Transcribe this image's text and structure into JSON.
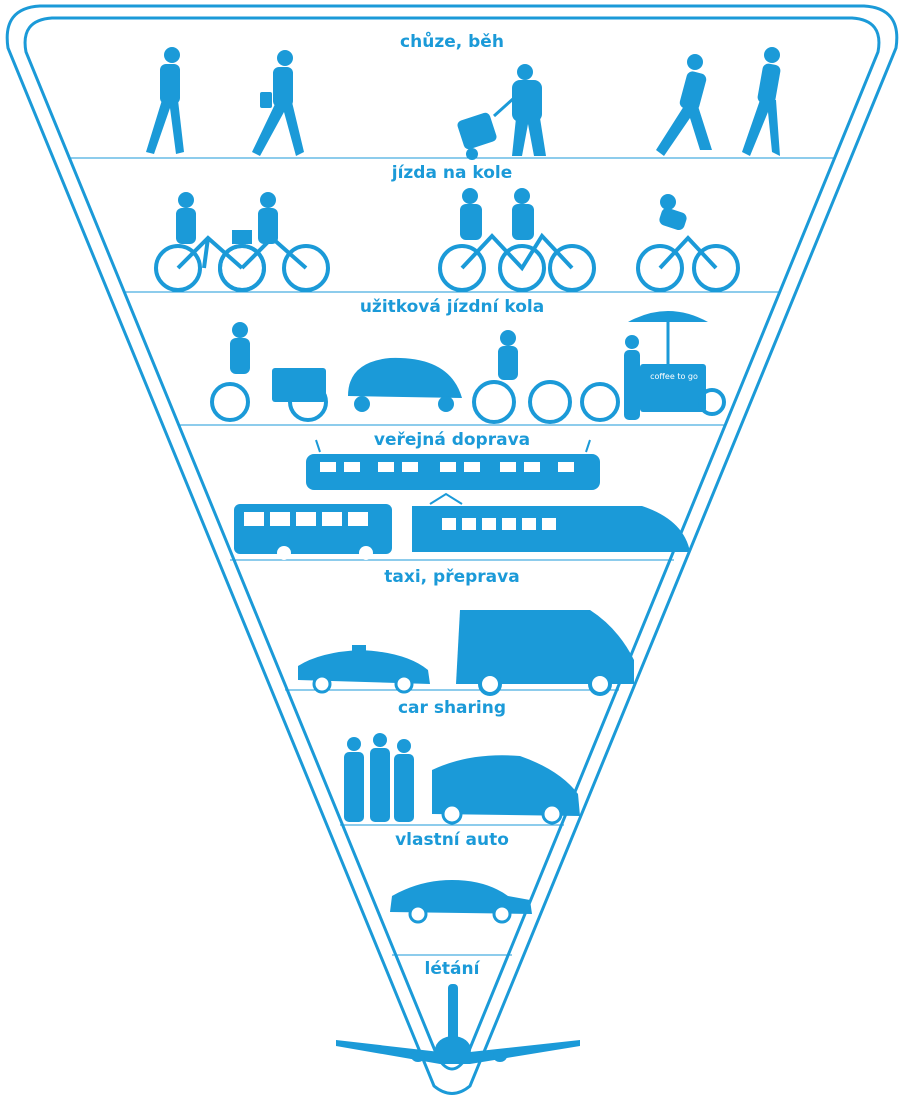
{
  "colors": {
    "primary": "#1b9ad8",
    "background": "#ffffff"
  },
  "levels": [
    {
      "label": "chůze, běh",
      "icons": [
        "walking-person-icon",
        "walking-person-with-bag-icon",
        "person-with-trolley-icon",
        "running-man-icon",
        "running-woman-icon"
      ]
    },
    {
      "label": "jízda na kole",
      "icons": [
        "cyclist-with-basket-icon",
        "cyclist-icon",
        "tandem-cyclists-icon",
        "road-cyclist-icon"
      ]
    },
    {
      "label": "užitková jízdní kola",
      "icons": [
        "cargo-bike-icon",
        "velomobile-icon",
        "cyclist-icon",
        "coffee-bike-icon"
      ]
    },
    {
      "label": "veřejná doprava",
      "icons": [
        "tram-icon",
        "bus-icon",
        "train-icon"
      ]
    },
    {
      "label": "taxi, přeprava",
      "icons": [
        "taxi-icon",
        "van-icon"
      ]
    },
    {
      "label": "car sharing",
      "icons": [
        "people-group-icon",
        "compact-car-icon"
      ]
    },
    {
      "label": "vlastní auto",
      "icons": [
        "sedan-car-icon"
      ]
    },
    {
      "label": "létání",
      "icons": [
        "airplane-icon"
      ]
    }
  ],
  "coffee_bike_sign": "coffee to go"
}
